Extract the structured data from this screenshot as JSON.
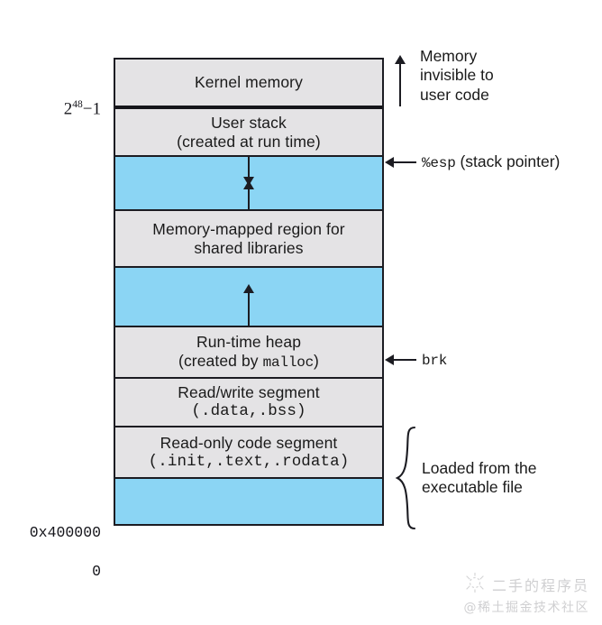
{
  "diagram": {
    "title": "Linux process virtual address space layout",
    "colors": {
      "segment_fill": "#E4E3E5",
      "gap_fill": "#8BD5F4",
      "border": "#1C1C22"
    },
    "segments": [
      {
        "id": "kernel-memory",
        "line1": "Kernel memory",
        "line2": "",
        "fill": "gray"
      },
      {
        "id": "user-stack",
        "line1": "User stack",
        "line2": "(created at run time)",
        "fill": "gray"
      },
      {
        "id": "stack-gap",
        "line1": "",
        "line2": "",
        "fill": "blue"
      },
      {
        "id": "memory-mapped",
        "line1": "Memory-mapped region for",
        "line2": "shared libraries",
        "fill": "gray"
      },
      {
        "id": "heap-gap",
        "line1": "",
        "line2": "",
        "fill": "blue"
      },
      {
        "id": "run-time-heap",
        "line1": "Run-time heap",
        "line2": "(created by malloc)",
        "line2_mono": "malloc",
        "fill": "gray"
      },
      {
        "id": "read-write-segment",
        "line1": "Read/write segment",
        "line2": "(.data,.bss)",
        "fill": "gray"
      },
      {
        "id": "read-only-segment",
        "line1": "Read-only code segment",
        "line2": "(.init,.text,.rodata)",
        "fill": "gray"
      },
      {
        "id": "unused-low-memory",
        "line1": "",
        "line2": "",
        "fill": "blue"
      }
    ],
    "address_labels": {
      "top": "2⁴⁸−1",
      "top_base": "2",
      "top_exp": "48",
      "top_suffix": "−1",
      "code_start": "0x400000",
      "zero": "0"
    },
    "annotations": {
      "kernel_note_line1": "Memory",
      "kernel_note_line2": "invisible to",
      "kernel_note_line3": "user code",
      "esp_register": "%esp",
      "esp_description": "(stack pointer)",
      "brk_label": "brk",
      "loaded_line1": "Loaded from the",
      "loaded_line2": "executable file"
    },
    "watermark": {
      "name": "二手的程序员",
      "handle": "@稀土掘金技术社区"
    }
  }
}
